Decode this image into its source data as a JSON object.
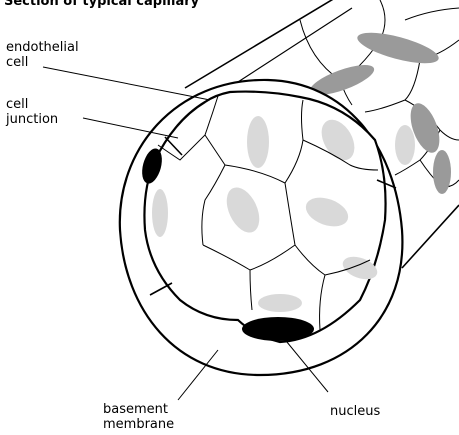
{
  "title": "Section of typical capillary",
  "labels": {
    "endothelial_cell": [
      "endothelial",
      "cell"
    ],
    "cell_junction": [
      "cell",
      "junction"
    ],
    "basement_membrane": [
      "basement",
      "membrane"
    ],
    "nucleus": "nucleus"
  },
  "colors": {
    "outline": "#000000",
    "cell_fill": "#ffffff",
    "nucleus_light": "#d9d9d9",
    "nucleus_dark": "#9a9a9a",
    "nucleus_black": "#000000"
  }
}
